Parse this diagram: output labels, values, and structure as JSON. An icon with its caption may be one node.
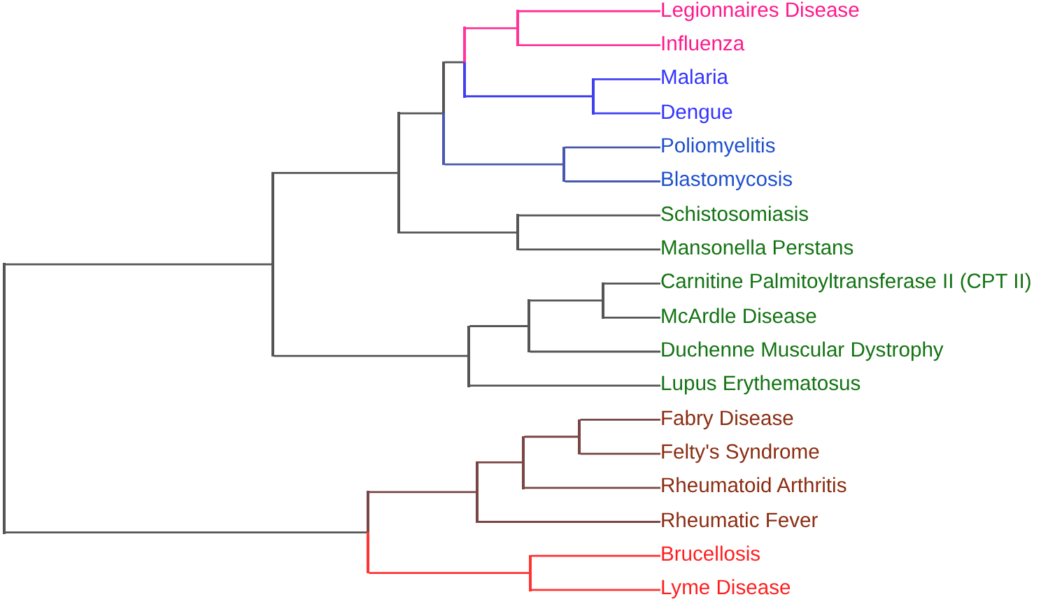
{
  "diagram": {
    "nodes": [
      {
        "text": [
          "Legionnaires Disease"
        ]
      },
      {
        "text": [
          "Influenza"
        ]
      },
      {
        "text": [
          "Malaria"
        ]
      },
      {
        "text": [
          "Dengue"
        ]
      },
      {
        "text": [
          "Poliomyelitis"
        ]
      },
      {
        "text": [
          "Blastomycosis"
        ]
      },
      {
        "text": [
          "Schistosomiasis"
        ]
      },
      {
        "text": [
          "Mansonella Perstans"
        ]
      },
      {
        "text": [
          "Carnitine Palmitoyltransferase II (CPT II)"
        ]
      },
      {
        "text": [
          "McArdle Disease"
        ]
      },
      {
        "text": [
          "Duchenne Muscular Dystrophy"
        ]
      },
      {
        "text": [
          "Lupus Erythematosus"
        ]
      },
      {
        "text": [
          "Fabry Disease"
        ]
      },
      {
        "text": [
          "Felty's Syndrome"
        ]
      },
      {
        "text": [
          "Rheumatoid Arthritis"
        ]
      },
      {
        "text": [
          "Rheumatic Fever"
        ]
      },
      {
        "text": [
          "Brucellosis"
        ]
      },
      {
        "text": [
          "Lyme Disease"
        ]
      },
      {
        "text": [],
        "shape": "bar"
      },
      {
        "text": [],
        "shape": "bar"
      },
      {
        "text": [],
        "shape": "bar"
      },
      {
        "text": [],
        "shape": "bar"
      },
      {
        "text": [],
        "shape": "bar"
      },
      {
        "text": [],
        "shape": "bar"
      },
      {
        "text": [],
        "shape": "bar"
      },
      {
        "text": [],
        "shape": "bar"
      },
      {
        "text": [],
        "shape": "bar"
      },
      {
        "text": [],
        "shape": "bar"
      },
      {
        "text": [],
        "shape": "bar"
      },
      {
        "text": [],
        "shape": "bar"
      },
      {
        "text": [],
        "shape": "bar"
      },
      {
        "text": [],
        "shape": "bar"
      },
      {
        "text": [],
        "shape": "bar"
      },
      {
        "text": [],
        "shape": "bar"
      },
      {
        "text": [],
        "shape": "bar"
      }
    ],
    "edges": [
      {
        "from": 34,
        "to": 28,
        "arrow": "none"
      },
      {
        "from": 28,
        "to": 24,
        "arrow": "none"
      },
      {
        "from": 24,
        "to": 22,
        "arrow": "none"
      },
      {
        "from": 22,
        "to": 20,
        "arrow": "none"
      },
      {
        "from": 20,
        "to": 18,
        "arrow": "none",
        "color": "#ff3399"
      },
      {
        "from": 18,
        "to": 0,
        "arrow": "none",
        "color": "#ff3399"
      },
      {
        "from": 18,
        "to": 1,
        "arrow": "none",
        "color": "#ff3399"
      },
      {
        "from": 20,
        "to": 19,
        "arrow": "none",
        "color": "#4040f0"
      },
      {
        "from": 19,
        "to": 2,
        "arrow": "none",
        "color": "#4040f0"
      },
      {
        "from": 19,
        "to": 3,
        "arrow": "none",
        "color": "#4040f0"
      },
      {
        "from": 22,
        "to": 21,
        "arrow": "none",
        "color": "#4858b0"
      },
      {
        "from": 21,
        "to": 4,
        "arrow": "none",
        "color": "#4858b0"
      },
      {
        "from": 21,
        "to": 5,
        "arrow": "none",
        "color": "#4858b0"
      },
      {
        "from": 24,
        "to": 23,
        "arrow": "none"
      },
      {
        "from": 23,
        "to": 6,
        "arrow": "none"
      },
      {
        "from": 23,
        "to": 7,
        "arrow": "none"
      },
      {
        "from": 28,
        "to": 27,
        "arrow": "none"
      },
      {
        "from": 27,
        "to": 26,
        "arrow": "none"
      },
      {
        "from": 26,
        "to": 25,
        "arrow": "none"
      },
      {
        "from": 25,
        "to": 8,
        "arrow": "none"
      },
      {
        "from": 25,
        "to": 9,
        "arrow": "none"
      },
      {
        "from": 26,
        "to": 10,
        "arrow": "none"
      },
      {
        "from": 27,
        "to": 11,
        "arrow": "none"
      },
      {
        "from": 34,
        "to": 33,
        "arrow": "none"
      },
      {
        "from": 33,
        "to": 31,
        "arrow": "none",
        "color": "#7a4545"
      },
      {
        "from": 31,
        "to": 30,
        "arrow": "none",
        "color": "#7a4545"
      },
      {
        "from": 30,
        "to": 29,
        "arrow": "none",
        "color": "#7a4545"
      },
      {
        "from": 29,
        "to": 12,
        "arrow": "none",
        "color": "#7a4545"
      },
      {
        "from": 29,
        "to": 13,
        "arrow": "none",
        "color": "#7a4545"
      },
      {
        "from": 30,
        "to": 14,
        "arrow": "none",
        "color": "#7a4545"
      },
      {
        "from": 31,
        "to": 15,
        "arrow": "none",
        "color": "#7a4545"
      },
      {
        "from": 33,
        "to": 32,
        "arrow": "none",
        "color": "#ff3333"
      },
      {
        "from": 32,
        "to": 16,
        "arrow": "none",
        "color": "#ff3333"
      },
      {
        "from": 32,
        "to": 17,
        "arrow": "none",
        "color": "#ff3333"
      }
    ]
  }
}
